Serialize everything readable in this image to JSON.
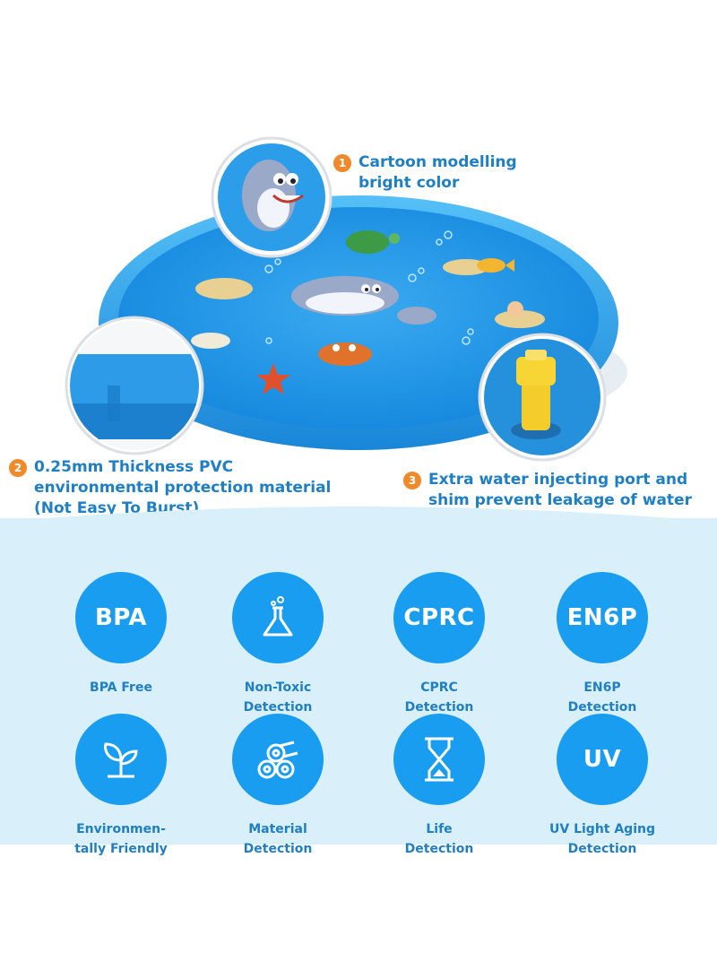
{
  "features": [
    {
      "number": "1",
      "lines": [
        "Cartoon modelling",
        "bright color"
      ]
    },
    {
      "number": "2",
      "lines": [
        "0.25mm Thickness PVC",
        "environmental protection material",
        "(Not Easy To Burst)"
      ]
    },
    {
      "number": "3",
      "lines": [
        "Extra water injecting port and",
        "shim prevent leakage of water"
      ]
    }
  ],
  "certifications": [
    {
      "badge": "BPA",
      "icon": null,
      "label_lines": [
        "BPA Free"
      ]
    },
    {
      "badge": "",
      "icon": "flask-icon",
      "label_lines": [
        "Non-Toxic",
        "Detection"
      ]
    },
    {
      "badge": "CPRC",
      "icon": null,
      "label_lines": [
        "CPRC",
        "Detection"
      ]
    },
    {
      "badge": "EN6P",
      "icon": null,
      "label_lines": [
        "EN6P",
        "Detection"
      ]
    },
    {
      "badge": "",
      "icon": "sprout-icon",
      "label_lines": [
        "Environmen-",
        "tally Friendly"
      ]
    },
    {
      "badge": "",
      "icon": "material-rolls-icon",
      "label_lines": [
        "Material",
        "Detection"
      ]
    },
    {
      "badge": "",
      "icon": "hourglass-icon",
      "label_lines": [
        "Life",
        "Detection"
      ]
    },
    {
      "badge": "UV",
      "icon": null,
      "label_lines": [
        "UV Light Aging",
        "Detection"
      ]
    }
  ],
  "colors": {
    "accent_blue": "#1f7fc4",
    "badge_blue": "#189df0",
    "number_orange": "#f0892a",
    "panel_bg": "#d9eff9"
  }
}
